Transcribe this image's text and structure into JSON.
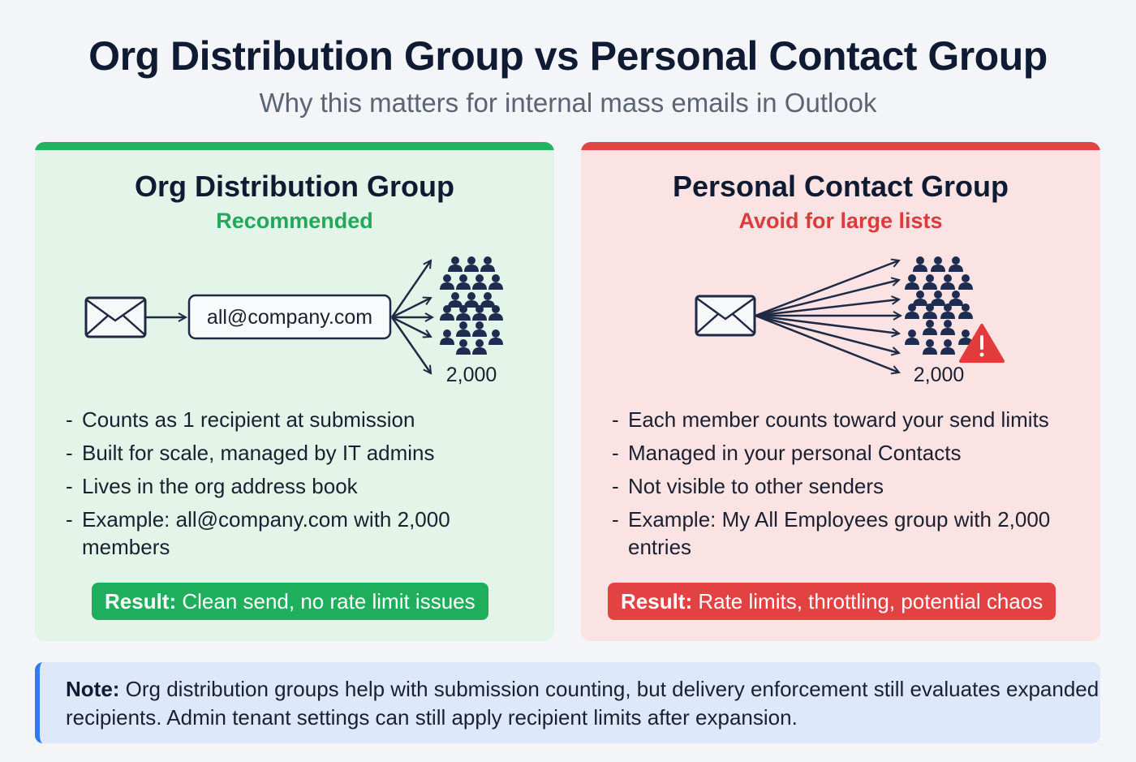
{
  "header": {
    "title": "Org Distribution Group vs Personal Contact Group",
    "subtitle": "Why this matters for internal mass emails in Outlook"
  },
  "cards": [
    {
      "title": "Org Distribution Group",
      "subtitle": "Recommended",
      "accent": "#22b360",
      "diagram": {
        "address": "all@company.com",
        "recipient_count": "2,000",
        "icon": "people-group-icon"
      },
      "bullets": [
        "Counts as 1 recipient at submission",
        "Built for scale, managed by IT admins",
        "Lives in the org address book",
        "Example: all@company.com with 2,000 members"
      ],
      "result_label": "Result:",
      "result_text": " Clean send, no rate limit issues"
    },
    {
      "title": "Personal Contact Group",
      "subtitle": "Avoid for large lists",
      "accent": "#e04444",
      "diagram": {
        "recipient_count": "2,000",
        "icon": "people-group-icon",
        "warning_icon": "warning-triangle-icon"
      },
      "bullets": [
        "Each member counts toward your send limits",
        "Managed in your personal Contacts",
        "Not visible to other senders",
        "Example: My All Employees group with 2,000 entries"
      ],
      "result_label": "Result:",
      "result_text": " Rate limits, throttling, potential chaos"
    }
  ],
  "note": {
    "label": "Note:",
    "text": " Org distribution groups help with submission counting, but delivery enforcement still evaluates expanded recipients. Admin tenant settings can still apply recipient limits after expansion."
  }
}
